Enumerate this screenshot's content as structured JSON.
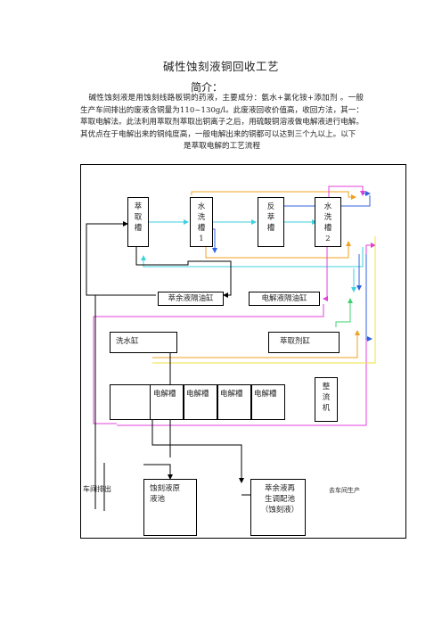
{
  "document": {
    "title": "碱性蚀刻液铜回收工艺",
    "intro_heading": "简介：",
    "intro_body": "碱性蚀刻液是用蚀刻线路板铜的药液，主要成分：氨水+氯化铵+添加剂 。一般生产车间排出的废液含铜量为110~130g/l。此废液回收价值高，收回方法，其一：萃取电解法。此法利用萃取剂萃取出铜离子之后，用硫酸铜溶液做电解液进行电解。其优点在于电解出来的铜纯度高，一般电解出来的铜都可以达到三个九以上。以下",
    "intro_last_line": "是萃取电解的工艺流程"
  },
  "diagram": {
    "tanks": {
      "extraction": "萃\n取\n槽",
      "wash1": "水\n洗\n槽\n1",
      "back_extraction": "反\n萃\n槽",
      "wash2": "水\n洗\n槽\n2"
    },
    "raffinate_oil_tank": "萃余液隔油缸",
    "electrolyte_oil_tank": "电解液隔油缸",
    "wash_water_tank": "洗水缸",
    "extractant_tank": "萃取剂缸",
    "electrolysis_cells": [
      "电解槽",
      "电解槽",
      "电解槽",
      "电解槽"
    ],
    "rectifier": "整\n流\n机",
    "raw_etchant_pool": "蚀刻液原\n液池",
    "regeneration_pool": "萃余液再\n生调配池\n（蚀刻液）",
    "workshop_discharge": "车间排出",
    "to_workshop": "去车间生产",
    "colors": {
      "cyan": "#3fd0df",
      "orange": "#f0a020",
      "magenta": "#e040d8",
      "blue": "#3060e0",
      "green": "#40d070",
      "yellow": "#f0e040",
      "black": "#000000"
    }
  }
}
